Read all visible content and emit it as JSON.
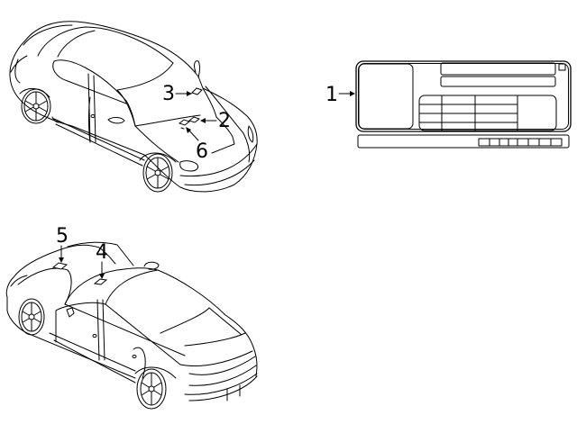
{
  "diagram": {
    "type": "parts-location-diagram",
    "views": [
      {
        "id": "top-car",
        "description": "front three-quarter view of vehicle, hood/windshield area"
      },
      {
        "id": "bottom-car",
        "description": "rear three-quarter view of vehicle, trunk/roof area"
      },
      {
        "id": "label-detail",
        "description": "detail of label/plate"
      }
    ],
    "callouts": [
      {
        "number": "1",
        "view": "label-detail",
        "target": "label plate"
      },
      {
        "number": "2",
        "view": "top-car",
        "target": "hood label (right)"
      },
      {
        "number": "3",
        "view": "top-car",
        "target": "windshield/cowl label"
      },
      {
        "number": "4",
        "view": "bottom-car",
        "target": "trunk label (forward)"
      },
      {
        "number": "5",
        "view": "bottom-car",
        "target": "rear deck label"
      },
      {
        "number": "6",
        "view": "top-car",
        "target": "hood label (left)"
      }
    ],
    "label_detail": {
      "table_rows": 4,
      "table_columns": 4,
      "barcode_cells": 8
    }
  },
  "labels": {
    "c1": "1",
    "c2": "2",
    "c3": "3",
    "c4": "4",
    "c5": "5",
    "c6": "6"
  },
  "colors": {
    "line": "#000000",
    "background": "#ffffff"
  }
}
